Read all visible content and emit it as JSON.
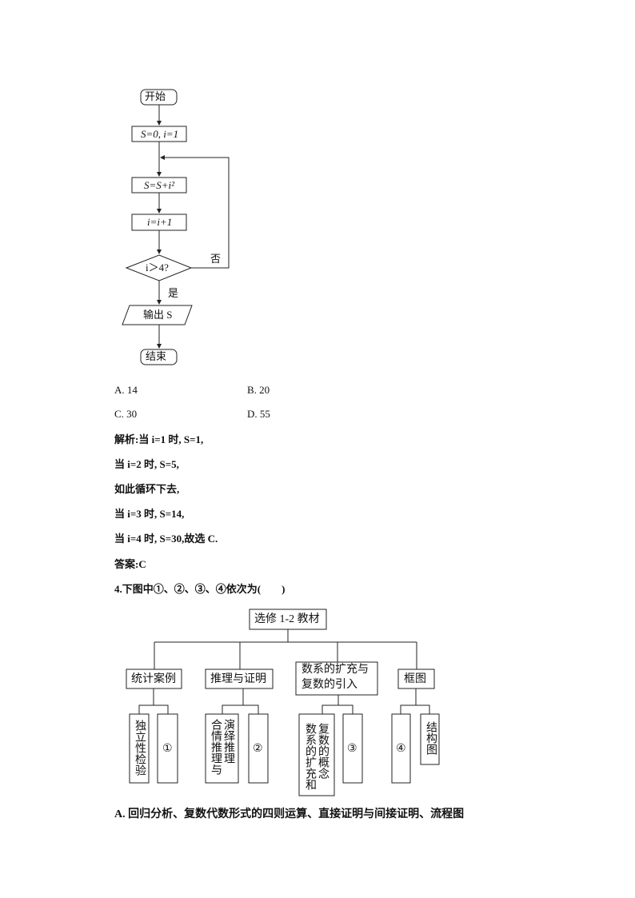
{
  "flowchart": {
    "start": "开始",
    "init": "S=0, i=1",
    "step1": "S=S+i²",
    "step2": "i=i+1",
    "condition": "i＞4?",
    "no": "否",
    "yes": "是",
    "output": "输出 S",
    "end": "结束"
  },
  "options_q3": {
    "a": "A. 14",
    "b": "B. 20",
    "c": "C. 30",
    "d": "D. 55"
  },
  "solution": [
    "解析:当 i=1 时, S=1,",
    "当 i=2 时, S=5,",
    "如此循环下去,",
    "当 i=3 时, S=14,",
    "当 i=4 时, S=30,故选 C.",
    "答案:C"
  ],
  "question4": "4.下图中①、②、③、④依次为(　　)",
  "tree": {
    "root": "选修 1-2 教材",
    "branches": [
      "统计案例",
      "推理与证明",
      "数系的扩充与",
      "复数的引入",
      "框图"
    ],
    "leaves": {
      "g1a": "独立性检验",
      "g1b": "①",
      "g2a": "合情推理与演绎推理",
      "g2b": "②",
      "g3a": "数系的扩充和复数的概念",
      "g3b": "③",
      "g4a": "④",
      "g4b": "结构图"
    }
  },
  "option_a_q4": "A. 回归分析、复数代数形式的四则运算、直接证明与间接证明、流程图"
}
